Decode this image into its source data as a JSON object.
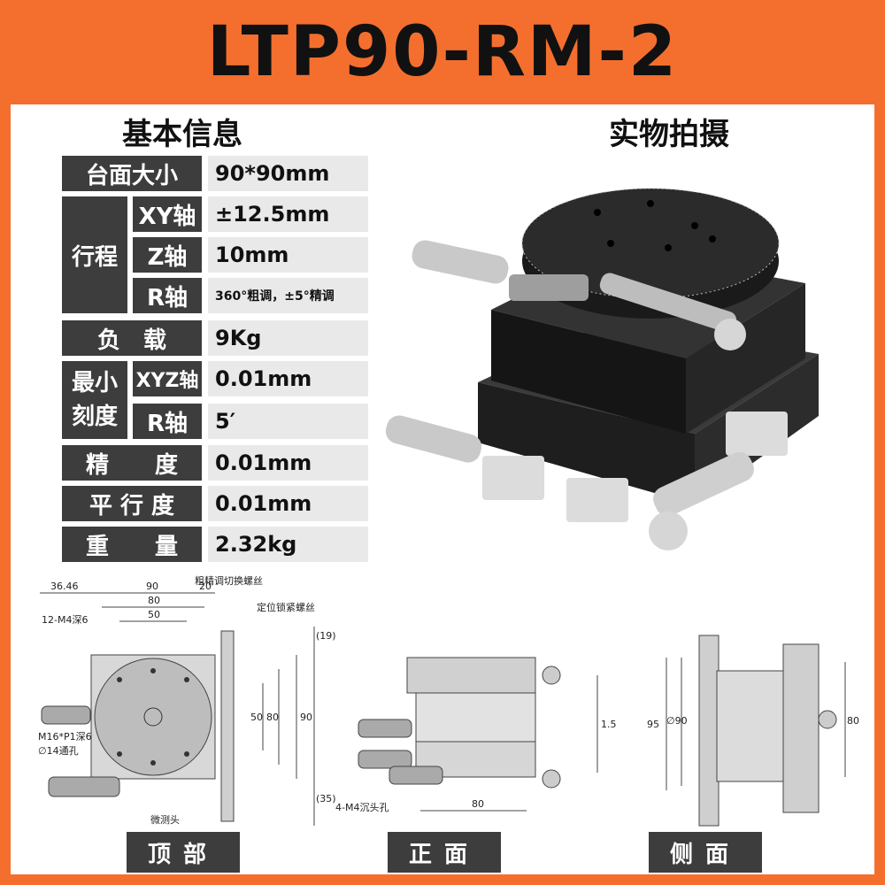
{
  "title": "LTP90-RM-2",
  "headings": {
    "basic_info": "基本信息",
    "photo": "实物拍摄"
  },
  "specs": {
    "table_size": {
      "label": "台面大小",
      "value": "90*90mm"
    },
    "travel": {
      "label": "行程",
      "xy": {
        "label": "XY轴",
        "value": "±12.5mm"
      },
      "z": {
        "label": "Z轴",
        "value": "10mm"
      },
      "r": {
        "label": "R轴",
        "value": "360°粗调，±5°精调"
      }
    },
    "load": {
      "label": "负　载",
      "value": "9Kg"
    },
    "min_scale": {
      "label_line1": "最小",
      "label_line2": "刻度",
      "xyz": {
        "label": "XYZ轴",
        "value": "0.01mm"
      },
      "r": {
        "label": "R轴",
        "value": "5′"
      }
    },
    "accuracy": {
      "label": "精　　度",
      "value": "0.01mm"
    },
    "parallelism": {
      "label": "平 行 度",
      "value": "0.01mm"
    },
    "weight": {
      "label": "重　　量",
      "value": "2.32kg"
    }
  },
  "drawing_labels": {
    "coarse_fine": "粗精调切换螺丝",
    "lock_screw": "定位锁紧螺丝",
    "holes_top": "12-M4深6",
    "center_hole_1": "M16*P1深6",
    "center_hole_2": "∅14通孔",
    "micrometer": "微测头",
    "holes_bottom": "4-M4沉头孔",
    "d_36": "36.46",
    "d_90": "90",
    "d_80": "80",
    "d_50": "50",
    "d_20": "20",
    "d_19": "(19)",
    "d_35": "(35)",
    "d_50v": "50",
    "d_80v": "80",
    "d_90v": "90",
    "f_95": "95",
    "f_15": "1.5",
    "f_80": "80",
    "s_phi90": "∅90",
    "s_80": "80"
  },
  "view_buttons": {
    "top": "顶部",
    "front": "正面",
    "side": "侧面"
  }
}
